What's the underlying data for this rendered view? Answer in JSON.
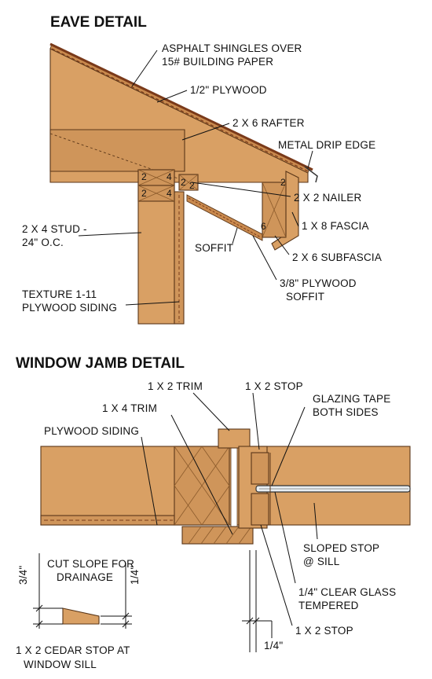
{
  "eave_detail": {
    "title": "EAVE DETAIL",
    "labels": {
      "shingles_1": "ASPHALT SHINGLES OVER",
      "shingles_2": "15# BUILDING PAPER",
      "plywood": "1/2\" PLYWOOD",
      "rafter": "2 X 6 RAFTER",
      "drip_edge": "METAL DRIP EDGE",
      "nailer": "2 X 2 NAILER",
      "fascia": "1 X 8 FASCIA",
      "stud_1": "2 X 4 STUD -",
      "stud_2": "24\" O.C.",
      "soffit": "SOFFIT",
      "subfascia": "2 X 6 SUBFASCIA",
      "plywood_soffit_1": "3/8\" PLYWOOD",
      "plywood_soffit_2": "SOFFIT",
      "siding_1": "TEXTURE 1-11",
      "siding_2": "PLYWOOD SIDING"
    },
    "member_marks": {
      "plate_a_left": "2",
      "plate_a_right": "4",
      "plate_b_left": "2",
      "plate_b_right": "4",
      "nailer_a": "2",
      "nailer_b": "2",
      "fascia_mark": "2",
      "subfascia_mark": "6"
    }
  },
  "window_jamb_detail": {
    "title": "WINDOW JAMB DETAIL",
    "labels": {
      "trim_1x2": "1 X 2 TRIM",
      "stop_1x2_top": "1 X 2 STOP",
      "glazing_1": "GLAZING TAPE",
      "glazing_2": "BOTH SIDES",
      "trim_1x4": "1 X 4 TRIM",
      "plywood_siding": "PLYWOOD SIDING",
      "sloped_stop_1": "SLOPED STOP",
      "sloped_stop_2": "@ SILL",
      "glass_1": "1/4\" CLEAR GLASS",
      "glass_2": "TEMPERED",
      "stop_1x2_bottom": "1 X 2 STOP",
      "quarter_dim": "1/4\""
    }
  },
  "cedar_stop_inset": {
    "cut_slope_1": "CUT SLOPE FOR",
    "cut_slope_2": "DRAINAGE",
    "dim_left": "3/4\"",
    "dim_right": "1/4\"",
    "caption_1": "1 X 2 CEDAR STOP AT",
    "caption_2": "WINDOW SILL"
  },
  "colors": {
    "wood": "#d9a064",
    "wood_outline": "#5a3618",
    "roof_edge": "#7a3a1a",
    "ink": "#111111"
  }
}
